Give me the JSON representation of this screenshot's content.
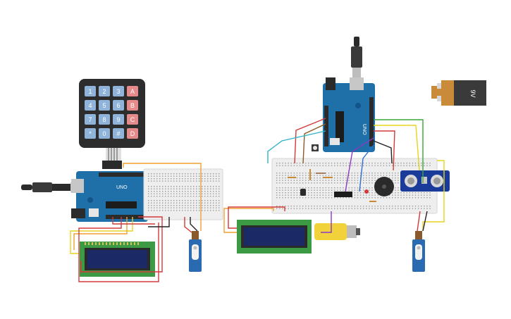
{
  "keypad": {
    "keys": [
      "1",
      "2",
      "3",
      "A",
      "4",
      "5",
      "6",
      "B",
      "7",
      "8",
      "9",
      "C",
      "*",
      "0",
      "#",
      "D"
    ],
    "key_colors": {
      "digit": "#8fb3d9",
      "letter": "#e58a8a",
      "frame": "#2d2d2d"
    }
  },
  "battery": {
    "label": "9V",
    "colors": {
      "body": "#3a3a3a",
      "terminal": "#c98b3a",
      "cap": "#d8d8d8"
    }
  },
  "arduino": {
    "brand": "UNO",
    "colors": {
      "board": "#1f6fa8",
      "dark": "#14548a",
      "header": "#2b2b2b",
      "usb": "#c7c7c7"
    }
  },
  "lcd": {
    "colors": {
      "pcb": "#3d9a44",
      "screen": "#1b2a66",
      "bezel": "#2b2b2b"
    }
  },
  "breadboard": {
    "colors": {
      "body": "#eeeeee",
      "rail": "#d9d9d9",
      "hole": "#9a9a9a"
    }
  },
  "servo": {
    "colors": {
      "body": "#2a6ab0",
      "horn": "#f2f2f2"
    }
  },
  "motor": {
    "colors": {
      "gear": "#f2d23a",
      "shaft": "#bdbdbd"
    }
  },
  "ultrasonic": {
    "colors": {
      "pcb": "#1a3b9a",
      "eye": "#d9d9d9"
    }
  },
  "buzzer": {
    "colors": {
      "body": "#2a2a2a"
    }
  },
  "wire_colors": {
    "red": "#d23a3a",
    "orange": "#f0a030",
    "yellow": "#e6d31f",
    "green": "#3aa63a",
    "blue": "#2d6fd0",
    "purple": "#8a3ac2",
    "brown": "#8a5a2a",
    "cyan": "#2fb5c8",
    "black": "#222222",
    "gray": "#8f8f8f"
  }
}
